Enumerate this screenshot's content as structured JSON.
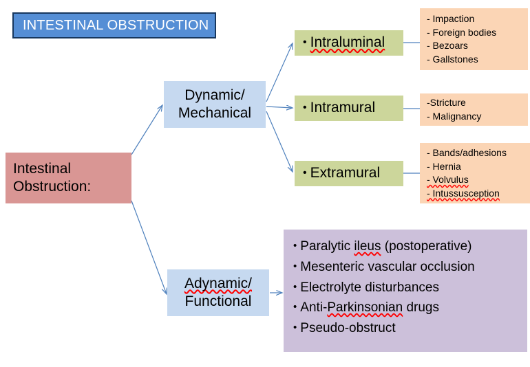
{
  "title_banner": {
    "text": "INTESTINAL OBSTRUCTION"
  },
  "root": {
    "line1": "Intestinal",
    "line2": "Obstruction:"
  },
  "branches": {
    "dynamic": {
      "line1": "Dynamic/",
      "line2": "Mechanical"
    },
    "adynamic": {
      "line1": "Adynamic/",
      "line2": "Functional"
    }
  },
  "mechanical_types": [
    {
      "label": "Intraluminal",
      "bullet": "•",
      "details": [
        "- Impaction",
        "- Foreign bodies",
        "- Bezoars",
        "- Gallstones"
      ]
    },
    {
      "label": "Intramural",
      "bullet": "•",
      "details": [
        "-Stricture",
        "- Malignancy"
      ]
    },
    {
      "label": "Extramural",
      "bullet": "•",
      "details": [
        "- Bands/adhesions",
        "- Hernia",
        "- Volvulus",
        "- Intussusception"
      ]
    }
  ],
  "functional_items": [
    {
      "bullet": "•",
      "pre": "Paralytic ",
      "flag": "ileus",
      "post": " (postoperative)"
    },
    {
      "bullet": "•",
      "pre": "Mesenteric vascular occlusion",
      "flag": "",
      "post": ""
    },
    {
      "bullet": "•",
      "pre": "Electrolyte disturbances",
      "flag": "",
      "post": ""
    },
    {
      "bullet": "•",
      "pre": "Anti-",
      "flag": "Parkinsonian",
      "post": " drugs"
    },
    {
      "bullet": "•",
      "pre": "Pseudo-obstruct",
      "flag": "",
      "post": ""
    }
  ],
  "colors": {
    "title_fill": "#558ed5",
    "title_border": "#17375e",
    "root_fill": "#d99694",
    "branch_fill": "#c6d9f0",
    "type_fill": "#ccd69b",
    "detail_fill": "#fbd5b5",
    "functional_fill": "#ccc0da",
    "connector": "#4f81bd",
    "spellcheck": "#ff0000"
  }
}
